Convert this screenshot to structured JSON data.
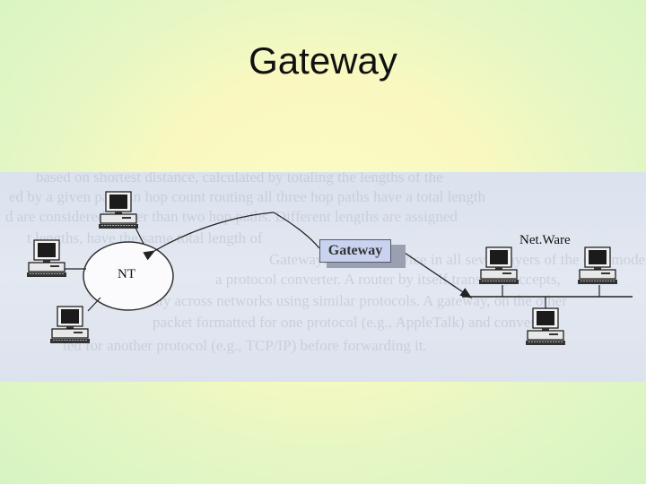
{
  "slide": {
    "title": "Gateway"
  },
  "figure": {
    "gateway_label": "Gateway",
    "nt_label": "NT",
    "netware_label": "Net.Ware",
    "bleed_through_lines": [
      "based on shortest distance, calculated by totaling the lengths of the",
      "ed by a given path. In hop count routing all three hop paths have a total length",
      "d are considered longer than two hop paths. Different lengths are assigned",
      "t lengths, have the same total length of",
      "Gateways provide service in all seven layers of the OSI model",
      "a protocol converter. A router by itself transfers, accepts,",
      "only across networks using similar protocols. A gateway, on the other",
      "packet formatted for one protocol (e.g., AppleTalk) and convert it",
      "ted for another protocol (e.g., TCP/IP) before forwarding it."
    ]
  }
}
